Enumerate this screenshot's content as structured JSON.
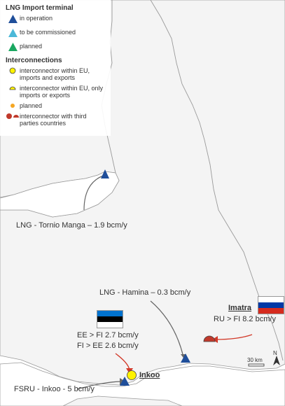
{
  "legend": {
    "section1_title": "LNG Import terminal",
    "lng": [
      {
        "label": "in operation",
        "color": "#1f4e9a"
      },
      {
        "label": "to be commissioned",
        "color": "#4bb8d8"
      },
      {
        "label": "planned",
        "color": "#1aa760"
      }
    ],
    "section2_title": "Interconnections",
    "interconnections": [
      {
        "label": "interconnector within EU, imports and exports",
        "color": "#fff200"
      },
      {
        "label": "interconnector within EU, only imports or exports",
        "color": "#fff200"
      },
      {
        "label": "planned",
        "color": "#f5a623"
      },
      {
        "label": "interconnector with third parties countries",
        "color": "#c0392b"
      }
    ]
  },
  "labels": {
    "tornio": "LNG - Tornio Manga – 1.9 bcm/y",
    "hamina": "LNG - Hamina – 0.3 bcm/y",
    "imatra": "Imatra",
    "ru_fi": "RU > FI 8.2 bcm/y",
    "ee_fi": "EE > FI 2.7 bcm/y",
    "fi_ee": "FI > EE 2.6 bcm/y",
    "inkoo": "Inkoo",
    "fsru": "FSRU - Inkoo - 5 bcm/y"
  },
  "scale": "30 km",
  "north": "N",
  "colors": {
    "land": "#f4f4f4",
    "sea": "#ffffff",
    "border": "#9a9a9a",
    "arrow_grey": "#666666",
    "arrow_red": "#d23a2a"
  }
}
